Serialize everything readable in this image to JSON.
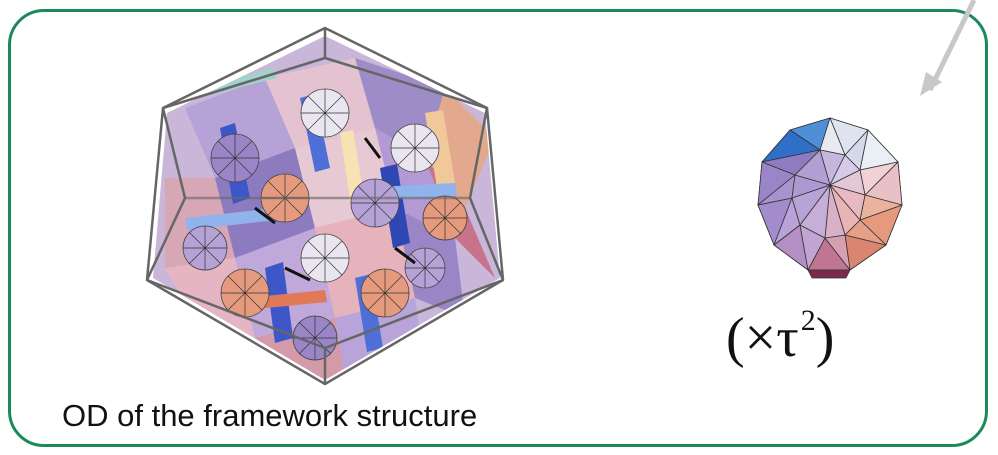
{
  "caption": "OD of the framework structure",
  "scale": {
    "prefix": "(×τ",
    "exponent": "2",
    "suffix": ")"
  },
  "icons": {
    "large": "framework-occupation-domain-icon",
    "small": "small-polyhedron-icon",
    "arrow": "pointer-arrow-icon"
  },
  "colors": {
    "frame_border": "#1a8a5a",
    "arrow": "#c8c8c8",
    "lilac": "#b9a7d6",
    "pink": "#e3b7c4",
    "salmon": "#e59a7e",
    "blue": "#4f6fd8",
    "wireframe": "#666666"
  }
}
